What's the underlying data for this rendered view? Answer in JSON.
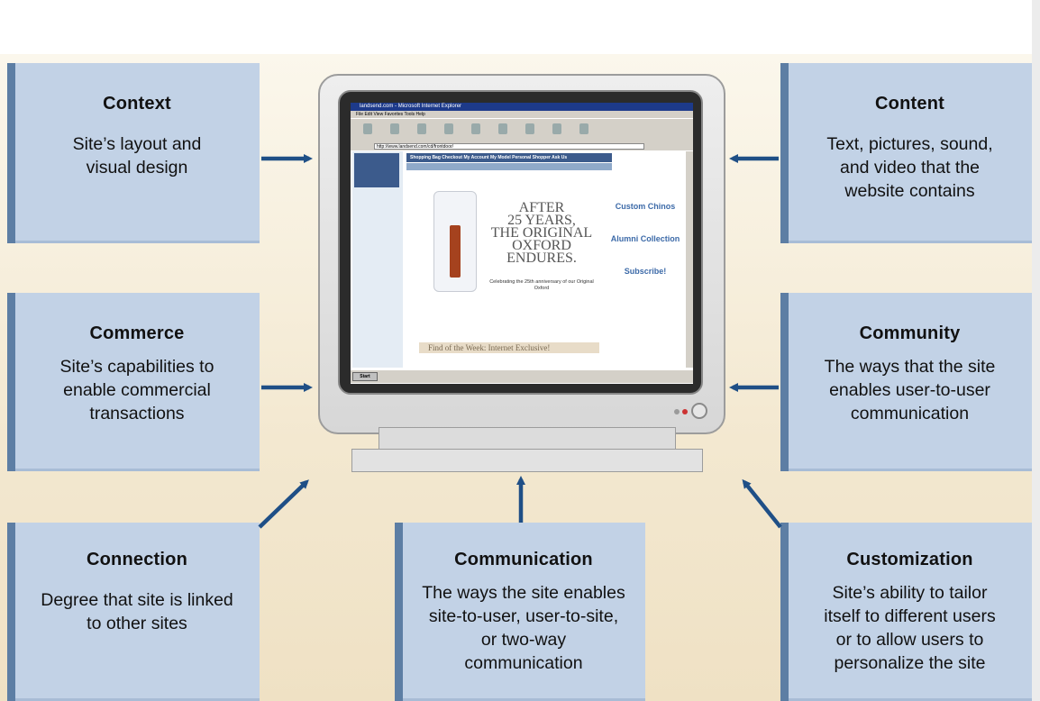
{
  "boxes": {
    "context": {
      "title": "Context",
      "desc": [
        "Site’s layout and",
        "visual design"
      ]
    },
    "content": {
      "title": "Content",
      "desc": [
        "Text, pictures, sound,",
        "and video that the",
        "website contains"
      ]
    },
    "commerce": {
      "title": "Commerce",
      "desc": [
        "Site’s capabilities to",
        "enable commercial",
        "transactions"
      ]
    },
    "community": {
      "title": "Community",
      "desc": [
        "The ways that the site",
        "enables user-to-user",
        "communication"
      ]
    },
    "connection": {
      "title": "Connection",
      "desc": [
        "Degree that site is linked",
        "to other sites"
      ]
    },
    "communication": {
      "title": "Communication",
      "desc": [
        "The ways the site enables",
        "site-to-user, user-to-site,",
        "or two-way",
        "communication"
      ]
    },
    "customization": {
      "title": "Customization",
      "desc": [
        "Site’s ability to tailor",
        "itself to different users",
        "or to allow users to",
        "personalize the site"
      ]
    }
  },
  "screen": {
    "window_title": "landsend.com - Microsoft Internet Explorer",
    "menu": "File  Edit  View  Favorites  Tools  Help",
    "address": "http://www.landsend.com/cd/frontdoor/",
    "nav": "Shopping Bag  Checkout  My Account  My Model  Personal Shopper  Ask Us",
    "headline": [
      "AFTER",
      "25 YEARS,",
      "THE ORIGINAL",
      "OXFORD",
      "ENDURES."
    ],
    "headline_sub": "Celebrating the 25th anniversary of our Original Oxford",
    "right_title1": "Custom Chinos",
    "right_title2": "Alumni Collection",
    "right_title3": "Subscribe!",
    "banner": "Find of the Week: Internet Exclusive!",
    "start": "Start"
  },
  "colors": {
    "box_fill": "#c2d2e6",
    "box_edge": "#5d7ea4",
    "arrow": "#1f4f86"
  }
}
